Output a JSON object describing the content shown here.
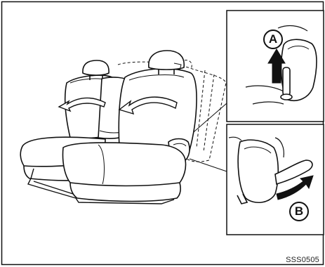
{
  "figure": {
    "code": "SSS0505",
    "callouts": {
      "a": "A",
      "b": "B"
    },
    "colors": {
      "line": "#111111",
      "seat_fill": "#ffffff",
      "fold_arrow_fill": "#ffffff",
      "lift_arrow_fill": "#111111"
    }
  }
}
